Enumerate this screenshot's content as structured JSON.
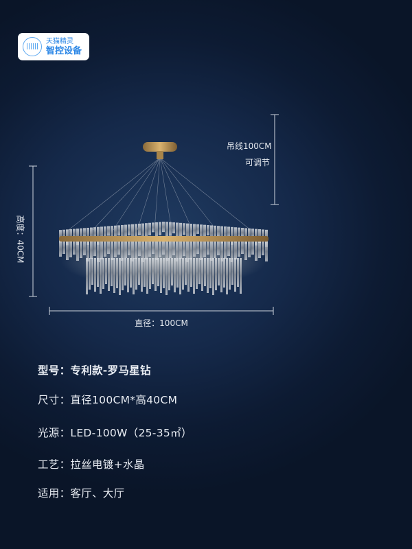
{
  "badge": {
    "line1": "天猫精灵",
    "line2": "智控设备",
    "icon": "tmall-genie-icon"
  },
  "dimensions": {
    "cable": "吊线100CM",
    "cable_note": "可调节",
    "height": "高度：40CM",
    "diameter": "直径：100CM"
  },
  "specs": [
    {
      "label": "型号：",
      "value": "专利款-罗马星钻"
    },
    {
      "label": "尺寸：",
      "value": "直径100CM*高40CM"
    },
    {
      "label": "光源：",
      "value": "LED-100W（25-35㎡）"
    },
    {
      "label": "工艺：",
      "value": "拉丝电镀+水晶"
    },
    {
      "label": "适用：",
      "value": "客厅、大厅"
    }
  ],
  "colors": {
    "accent": "#2a86e6",
    "gold": "#b8904e",
    "background": "#15294a"
  }
}
